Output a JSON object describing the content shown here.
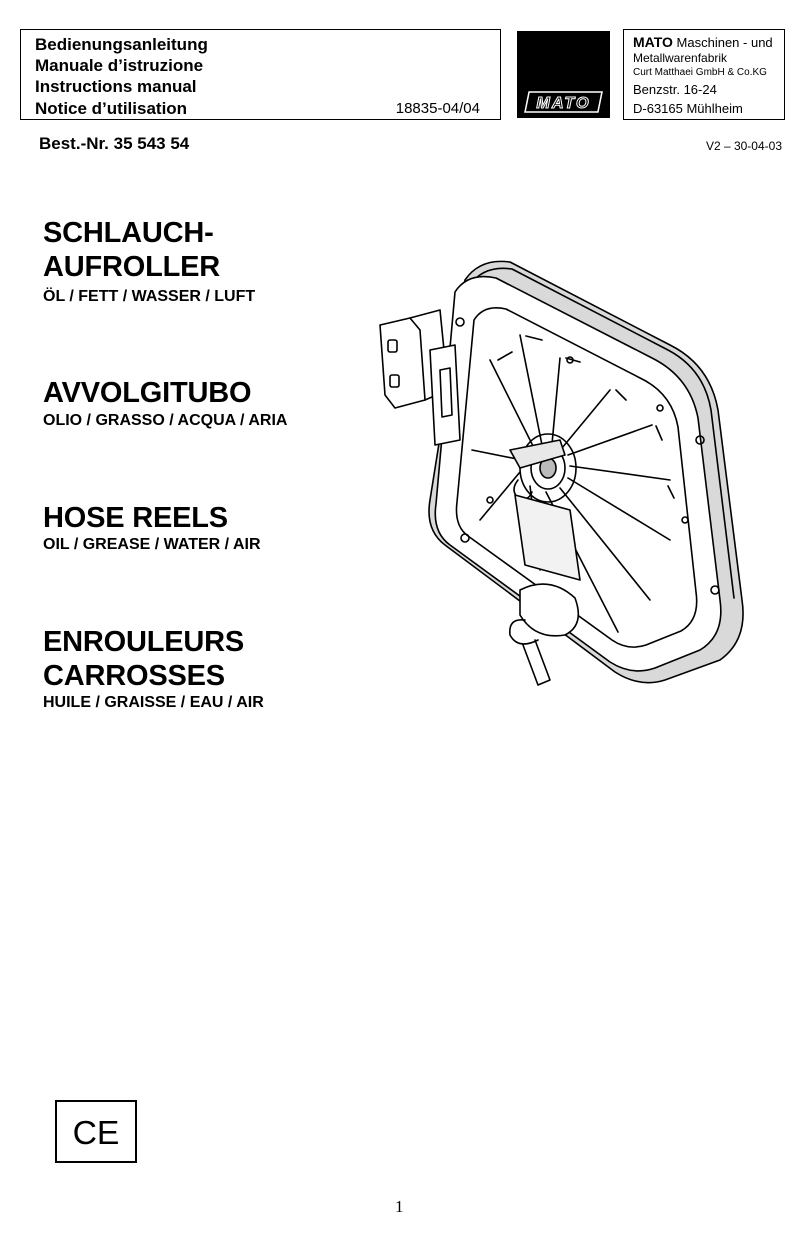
{
  "header": {
    "titles": [
      "Bedienungsanleitung",
      "Manuale d’istruzione",
      "Instructions manual",
      "Notice d’utilisation"
    ],
    "doc_number": "18835-04/04",
    "logo_text": "MATO",
    "company": {
      "brand": "MATO",
      "line1_rest": "Maschinen - und",
      "line2": "Metallwarenfabrik",
      "line3": "Curt Matthaei GmbH & Co.KG",
      "street": "Benzstr. 16-24",
      "city": "D-63165 Mühlheim"
    }
  },
  "order_number": "Best.-Nr. 35 543 54",
  "version": "V2 – 30-04-03",
  "sections": [
    {
      "title_lines": [
        "SCHLAUCH-",
        "AUFROLLER"
      ],
      "subtitle": "ÖL / FETT / WASSER / LUFT"
    },
    {
      "title_lines": [
        "AVVOLGITUBO"
      ],
      "subtitle": "OLIO / GRASSO / ACQUA / ARIA"
    },
    {
      "title_lines": [
        "HOSE REELS"
      ],
      "subtitle": "OIL / GREASE / WATER / AIR"
    },
    {
      "title_lines": [
        "ENROULEURS",
        "CARROSSES"
      ],
      "subtitle": "HUILE / GRAISSE / EAU / AIR"
    }
  ],
  "ce_mark": "CE",
  "page_number": "1"
}
